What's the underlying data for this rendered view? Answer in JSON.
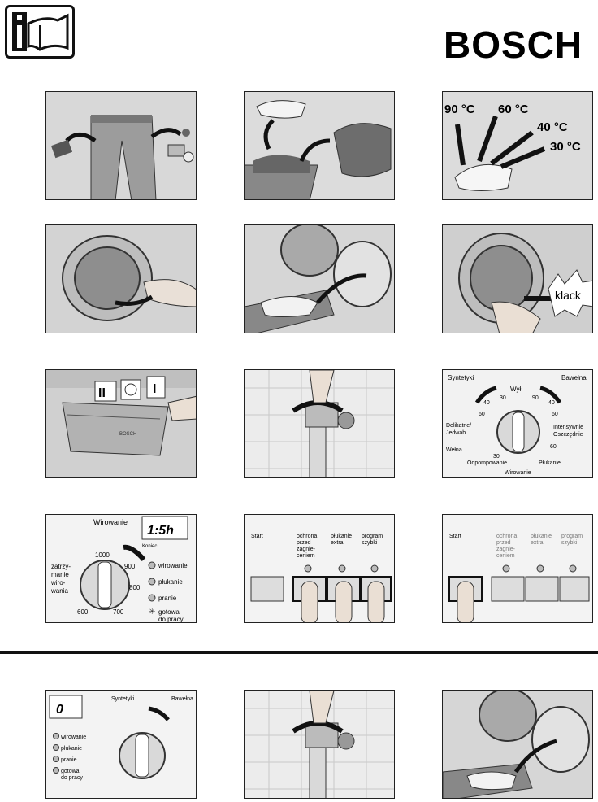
{
  "header": {
    "brand": "BOSCH",
    "manual_icon": "instructions-book-icon"
  },
  "temps": [
    "90 °C",
    "60 °C",
    "40 °C",
    "30 °C"
  ],
  "door_sound": "klack",
  "compartments": [
    "II",
    "I"
  ],
  "dial_panel": {
    "left_group": "Syntetyki",
    "right_group": "Bawełna",
    "top": "Wył.",
    "left_labels": [
      "Delikatne/",
      "Jedwab",
      "Wełna",
      "Odpompowanie"
    ],
    "right_labels": [
      "Intensywnie",
      "Oszczędnie",
      "Płukanie",
      "Wirowanie"
    ],
    "temps_left": [
      "40",
      "60",
      "30",
      "30"
    ],
    "temps_right": [
      "40",
      "60",
      "90",
      "60"
    ]
  },
  "spin_panel": {
    "title": "Wirowanie",
    "display": "1:5h",
    "lock_label": "Koniec",
    "speeds": [
      "1000",
      "900",
      "800",
      "700",
      "600"
    ],
    "side_labels": [
      "zatrzy-",
      "manie",
      "wiro-",
      "wania"
    ],
    "status": [
      "wirowanie",
      "płukanie",
      "pranie",
      "gotowa",
      "do pracy"
    ]
  },
  "options_panel": {
    "start": "Start",
    "options": [
      "ochrona",
      "przed",
      "zagnie-",
      "ceniem",
      "płukanie",
      "extra",
      "program",
      "szybki"
    ]
  },
  "bottom_panel": {
    "display": "0",
    "status": [
      "wirowanie",
      "płukanie",
      "pranie",
      "gotowa",
      "do pracy"
    ]
  }
}
